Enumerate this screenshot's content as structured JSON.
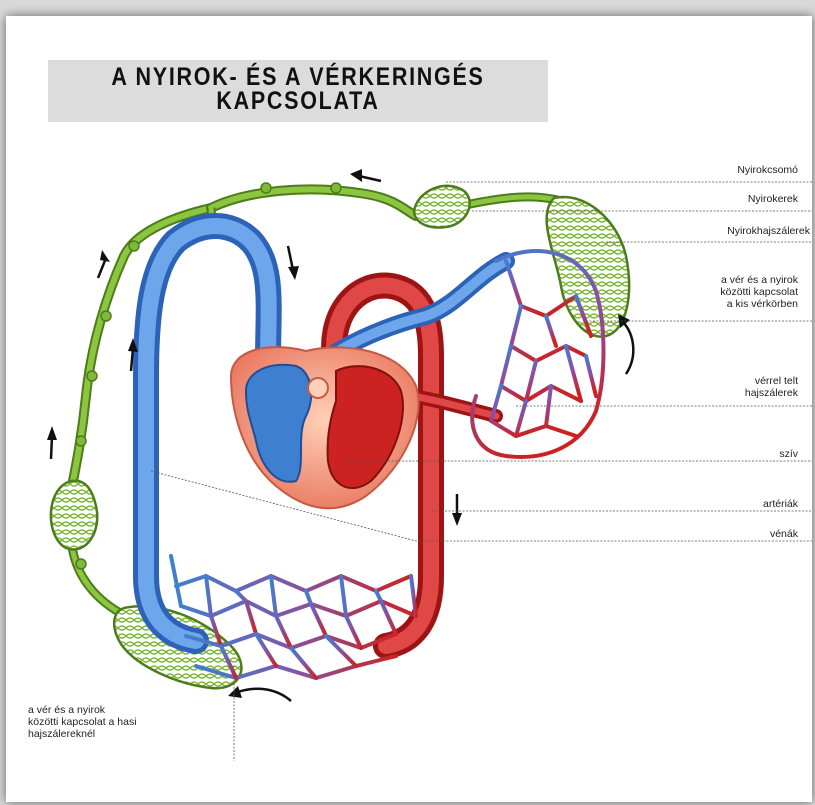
{
  "title": {
    "line1": "A NYIROK- ÉS A VÉRKERINGÉS",
    "line2": "KAPCSOLATA"
  },
  "labels": {
    "nyirokcsomo": "Nyirokcsomó",
    "nyirokerek": "Nyirokerek",
    "nyirokhajszalerek": "Nyirokhajszálerek",
    "kis_verkor_1": "a vér és a nyirok",
    "kis_verkor_2": "közötti kapcsolat",
    "kis_verkor_3": "a kis vérkörben",
    "verrel_telt_1": "vérrel telt",
    "verrel_telt_2": "hajszálerek",
    "sziv": "szív",
    "arteriak": "artériák",
    "venak": "vénák",
    "hasi_1": "a vér és a nyirok",
    "hasi_2": "közötti kapcsolat a hasi",
    "hasi_3": "hajszálereknél"
  },
  "colors": {
    "lymph_green": "#7fb83a",
    "lymph_dark": "#4d7d1a",
    "vein_blue": "#3f7fd0",
    "artery_red": "#cc2222",
    "heart_pink": "#f2a08a"
  }
}
